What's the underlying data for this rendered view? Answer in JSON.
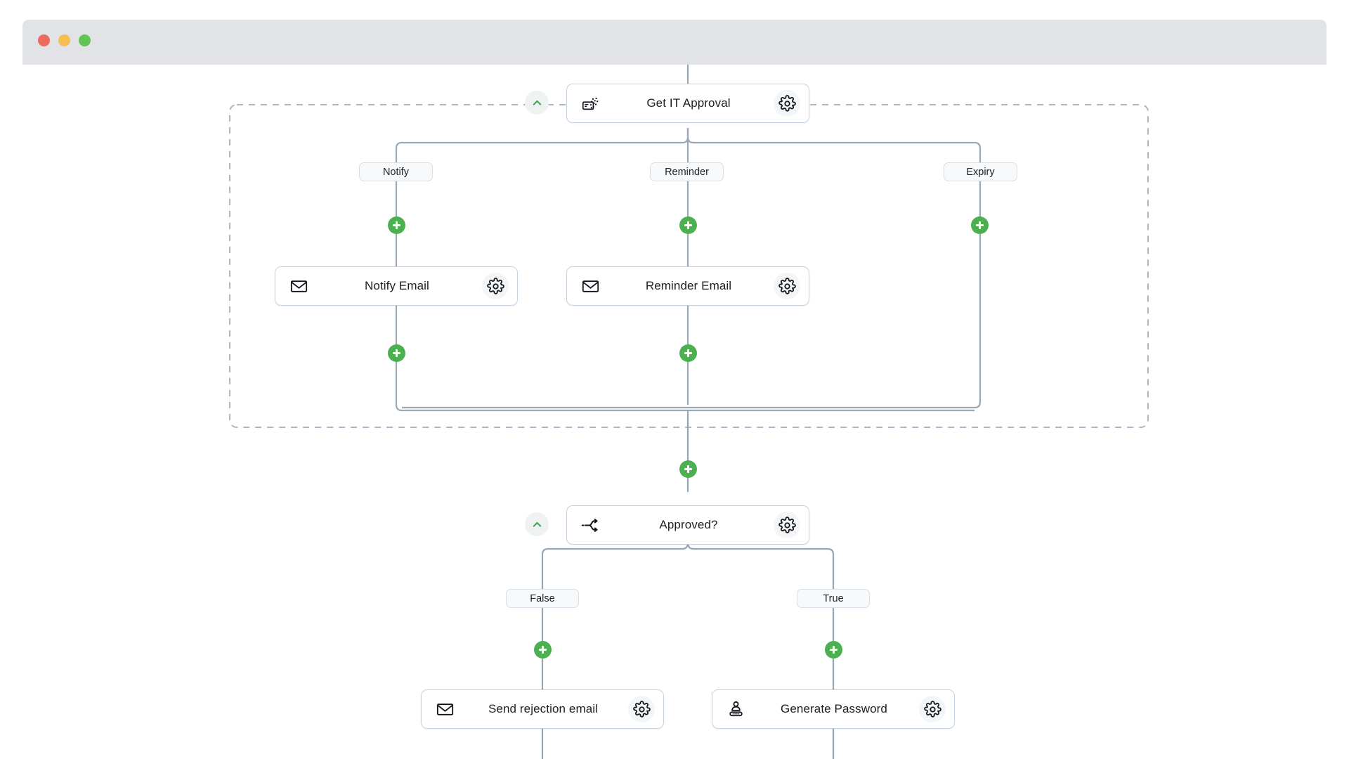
{
  "window": {
    "controls": [
      {
        "name": "close",
        "color": "#ed6a5e"
      },
      {
        "name": "minimize",
        "color": "#f5bf4f"
      },
      {
        "name": "maximize",
        "color": "#61c554"
      }
    ]
  },
  "theme": {
    "edge_color": "#97a6b5",
    "dashed_group_color": "#a8b6c6",
    "node_border": "#c6d2de",
    "plus_green": "#4caf50",
    "chevron_green": "#3da24a",
    "canvas_bg": "#ffffff",
    "titlebar_bg": "#e2e3e7"
  },
  "workflow": {
    "nodes": [
      {
        "id": "get-it-approval",
        "label": "Get IT Approval",
        "icon": "approval-stamp-icon",
        "settings_icon": "gear-icon",
        "collapse_icon": "chevron-up-icon",
        "has_collapse": true
      },
      {
        "id": "notify-email",
        "label": "Notify Email",
        "icon": "envelope-icon",
        "settings_icon": "gear-icon",
        "has_collapse": false
      },
      {
        "id": "reminder-email",
        "label": "Reminder Email",
        "icon": "envelope-icon",
        "settings_icon": "gear-icon",
        "has_collapse": false
      },
      {
        "id": "approved",
        "label": "Approved?",
        "icon": "branch-split-icon",
        "settings_icon": "gear-icon",
        "collapse_icon": "chevron-up-icon",
        "has_collapse": true
      },
      {
        "id": "send-rejection-email",
        "label": "Send rejection email",
        "icon": "envelope-icon",
        "settings_icon": "gear-icon",
        "has_collapse": false
      },
      {
        "id": "generate-password",
        "label": "Generate Password",
        "icon": "password-user-icon",
        "settings_icon": "gear-icon",
        "has_collapse": false
      }
    ],
    "branch_labels": {
      "notify": "Notify",
      "reminder": "Reminder",
      "expiry": "Expiry",
      "false": "False",
      "true": "True"
    },
    "add_buttons": [
      {
        "id": "add-notify-top",
        "label": "+"
      },
      {
        "id": "add-reminder-top",
        "label": "+"
      },
      {
        "id": "add-expiry",
        "label": "+"
      },
      {
        "id": "add-notify-bottom",
        "label": "+"
      },
      {
        "id": "add-reminder-bottom",
        "label": "+"
      },
      {
        "id": "add-after-group",
        "label": "+"
      },
      {
        "id": "add-false",
        "label": "+"
      },
      {
        "id": "add-true",
        "label": "+"
      }
    ]
  }
}
